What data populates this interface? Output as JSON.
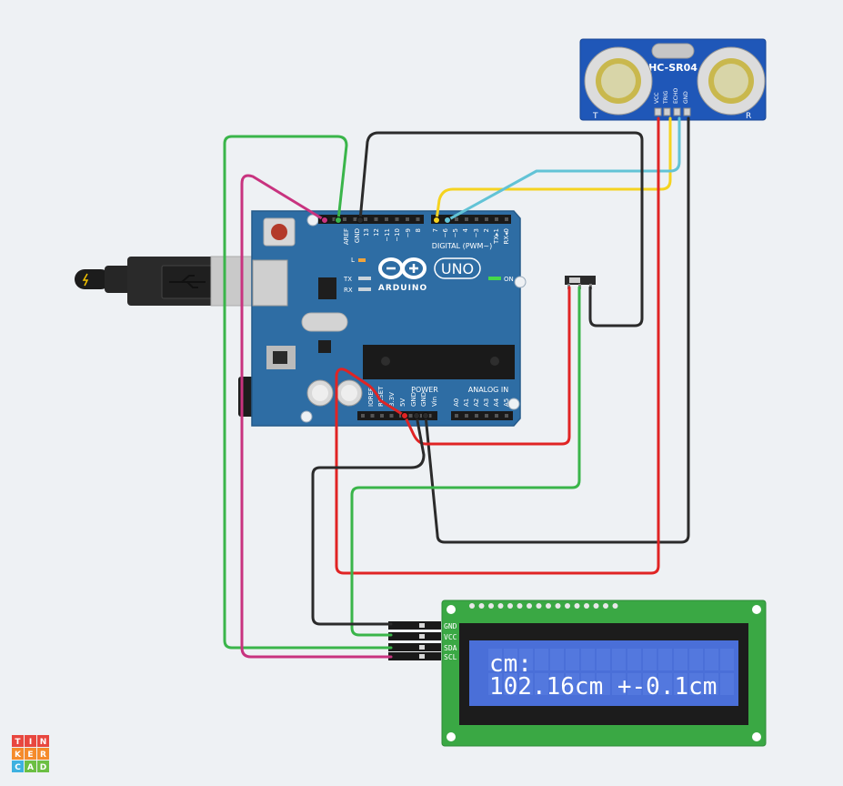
{
  "sensor": {
    "model": "HC-SR04",
    "pins": [
      "VCC",
      "TRIG",
      "ECHO",
      "GND"
    ],
    "t_label": "T",
    "r_label": "R"
  },
  "arduino": {
    "brand": "ARDUINO",
    "model": "UNO",
    "on_label": "ON",
    "l_label": "L",
    "tx_label": "TX",
    "rx_label": "RX",
    "digital_header": "DIGITAL (PWM~)",
    "power_header": "POWER",
    "analog_header": "ANALOG IN",
    "digital_pins": [
      "AREF",
      "GND",
      "13",
      "12",
      "~11",
      "~10",
      "~9",
      "8",
      "7",
      "~6",
      "~5",
      "4",
      "~3",
      "2",
      "TX▸1",
      "RX◂0"
    ],
    "power_pins": [
      "IOREF",
      "RESET",
      "3.3V",
      "5V",
      "GND",
      "GND",
      "Vin"
    ],
    "analog_pins": [
      "A0",
      "A1",
      "A2",
      "A3",
      "A4",
      "A5"
    ]
  },
  "lcd": {
    "line1": "cm:",
    "line2": "102.16cm +-0.1cm",
    "pins": [
      "GND",
      "VCC",
      "SDA",
      "SCL"
    ]
  },
  "logo": {
    "letters": [
      "T",
      "I",
      "N",
      "K",
      "E",
      "R",
      "C",
      "A",
      "D"
    ]
  },
  "colors": {
    "background": "#eef1f4",
    "board": "#2e6da4",
    "lcd_pcb": "#3aa844",
    "lcd_screen": "#4a6fd8",
    "sensor_pcb": "#1f57b8",
    "wire_red": "#e02424",
    "wire_black": "#2b2b2b",
    "wire_green": "#3ab54a",
    "wire_magenta": "#c8337f",
    "wire_yellow": "#f5d320",
    "wire_cyan": "#62c3d6"
  }
}
